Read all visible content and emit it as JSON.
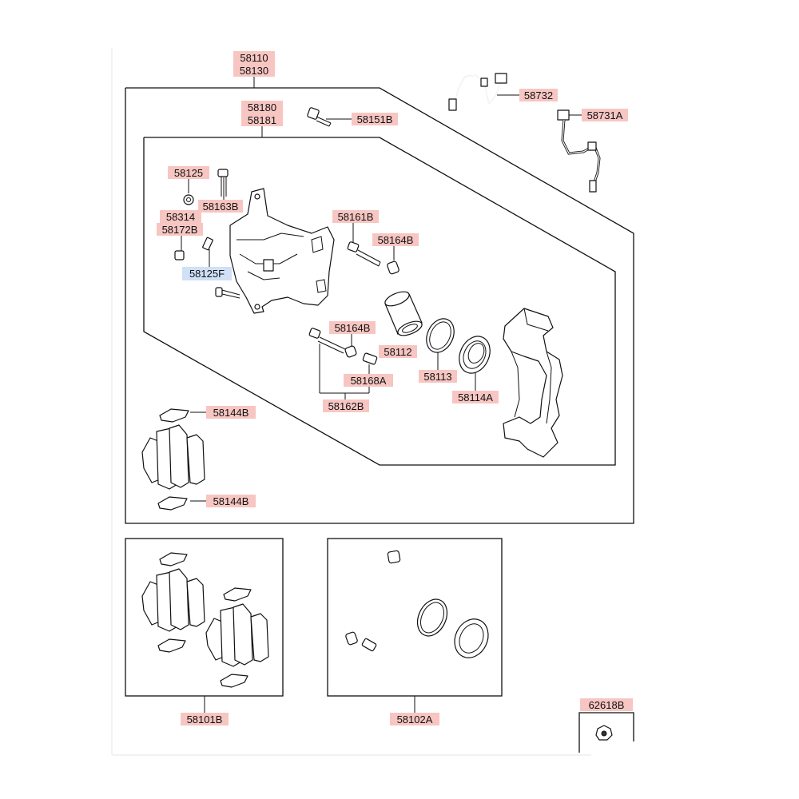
{
  "labels": {
    "p58110": "58110",
    "p58130": "58130",
    "p58180": "58180",
    "p58181": "58181",
    "p58151B": "58151B",
    "p58732": "58732",
    "p58731A": "58731A",
    "p58125": "58125",
    "p58163B": "58163B",
    "p58314": "58314",
    "p58172B": "58172B",
    "p58125F": "58125F",
    "p58161B": "58161B",
    "p58164B_a": "58164B",
    "p58164B_b": "58164B",
    "p58112": "58112",
    "p58113": "58113",
    "p58114A": "58114A",
    "p58168A": "58168A",
    "p58162B": "58162B",
    "p58144B_a": "58144B",
    "p58144B_b": "58144B",
    "p58101B": "58101B",
    "p58102A": "58102A",
    "p62618B": "62618B"
  },
  "highlight_color": "#f7c6c2",
  "selected_color": "#cfe0f7"
}
